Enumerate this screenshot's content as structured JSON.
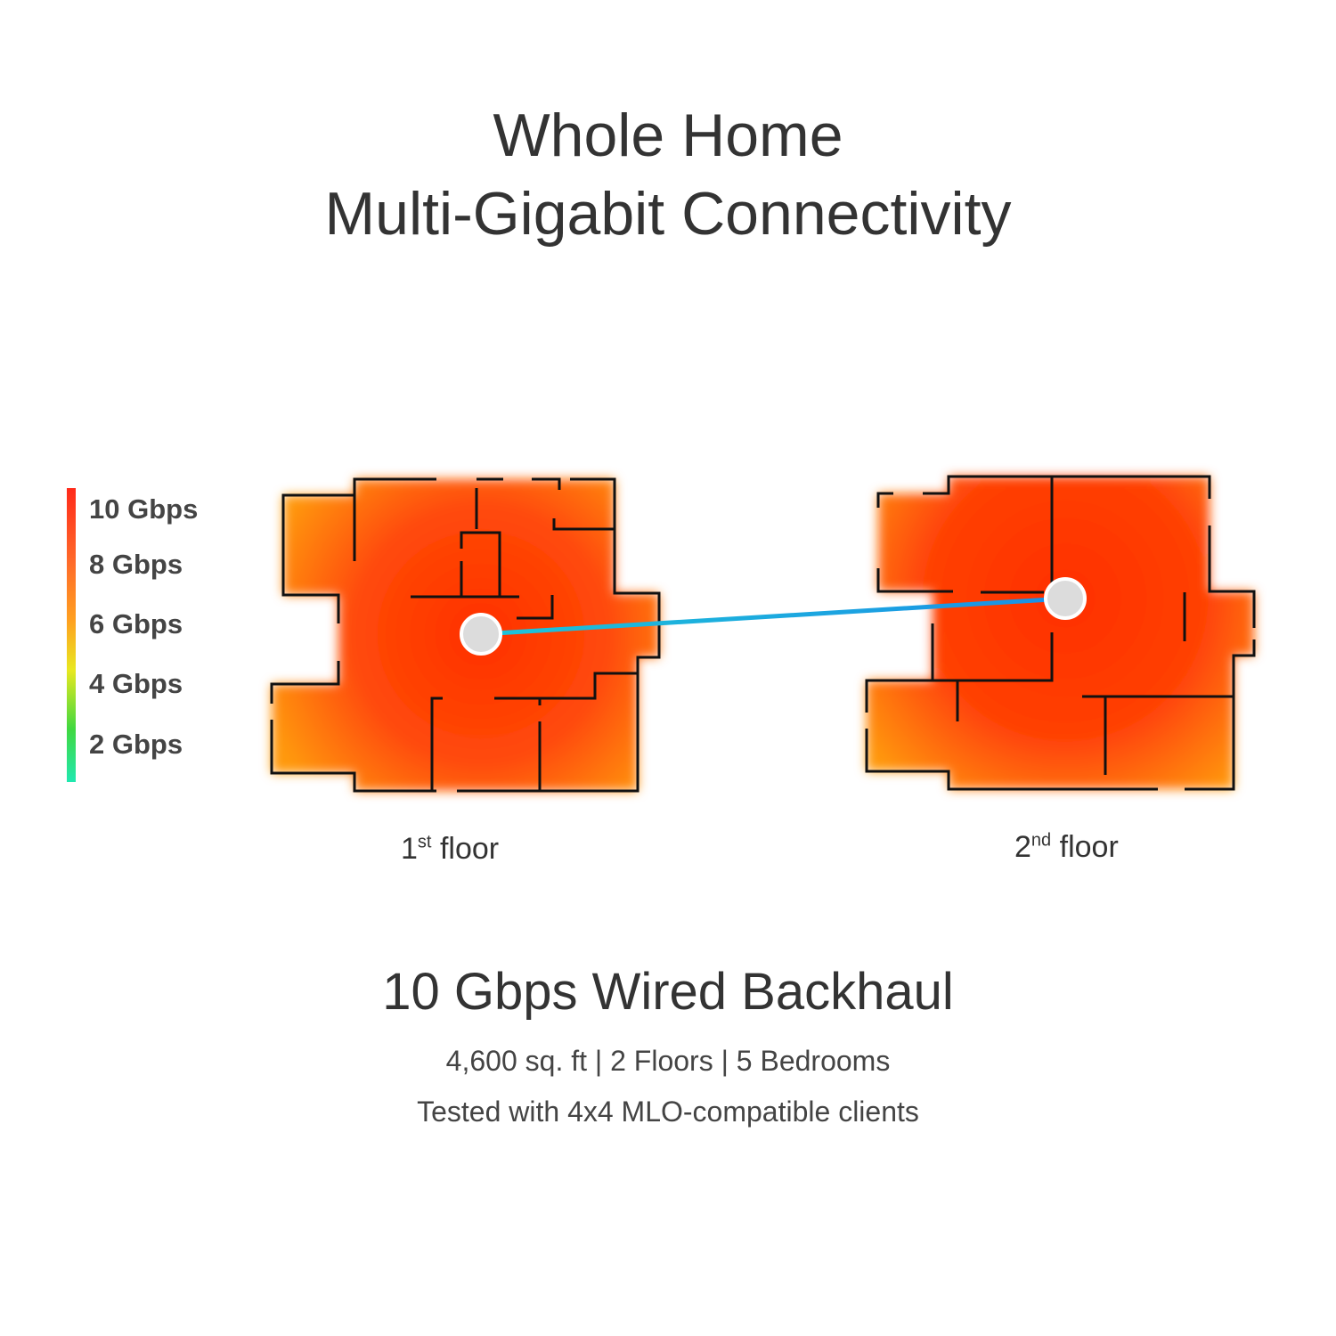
{
  "title": {
    "line1": "Whole Home",
    "line2": "Multi-Gigabit Connectivity"
  },
  "legend": {
    "labels": [
      "10 Gbps",
      "8 Gbps",
      "6 Gbps",
      "4 Gbps",
      "2 Gbps"
    ]
  },
  "floors": [
    {
      "num": "1",
      "suffix": "st",
      "label": "floor"
    },
    {
      "num": "2",
      "suffix": "nd",
      "label": "floor"
    }
  ],
  "headline": "10 Gbps Wired Backhaul",
  "details": {
    "line1": "4,600 sq. ft | 2 Floors | 5 Bedrooms",
    "line2": "Tested with 4x4 MLO-compatible clients"
  },
  "colors": {
    "heat_core": "#ff3300",
    "heat_edge": "#ff9a10",
    "backhaul_start": "#1ec4d8",
    "backhaul_end": "#1a8fe6",
    "node": "#dcdcdc"
  }
}
